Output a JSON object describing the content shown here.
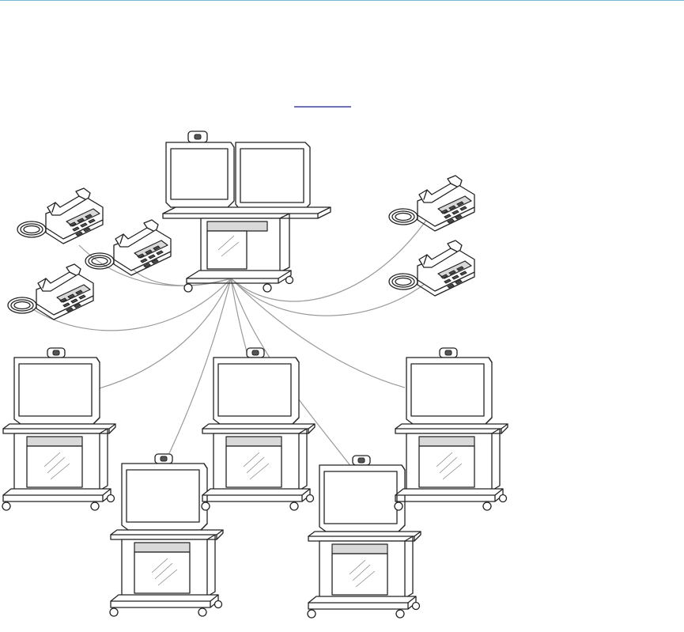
{
  "figure": {
    "link_text": "",
    "rule_color": "#7fb7d9",
    "line_color": "#222222",
    "cable_color": "#9a9a9a"
  },
  "nodes": [
    {
      "kind": "dual-monitor-system",
      "icon": "videoconference-dual-monitor-icon",
      "role": "hub"
    },
    {
      "kind": "phone",
      "icon": "desk-phone-icon",
      "position_word": "left-top"
    },
    {
      "kind": "phone",
      "icon": "desk-phone-icon",
      "position_word": "left-middle"
    },
    {
      "kind": "phone",
      "icon": "desk-phone-icon",
      "position_word": "left-bottom"
    },
    {
      "kind": "phone",
      "icon": "desk-phone-icon",
      "position_word": "right-top"
    },
    {
      "kind": "phone",
      "icon": "desk-phone-icon",
      "position_word": "right-bottom"
    },
    {
      "kind": "single-monitor-system",
      "icon": "videoconference-cart-icon",
      "position_word": "bottom-left"
    },
    {
      "kind": "single-monitor-system",
      "icon": "videoconference-cart-icon",
      "position_word": "bottom-center-left"
    },
    {
      "kind": "single-monitor-system",
      "icon": "videoconference-cart-icon",
      "position_word": "bottom-center"
    },
    {
      "kind": "single-monitor-system",
      "icon": "videoconference-cart-icon",
      "position_word": "bottom-center-right"
    },
    {
      "kind": "single-monitor-system",
      "icon": "videoconference-cart-icon",
      "position_word": "bottom-right"
    }
  ]
}
